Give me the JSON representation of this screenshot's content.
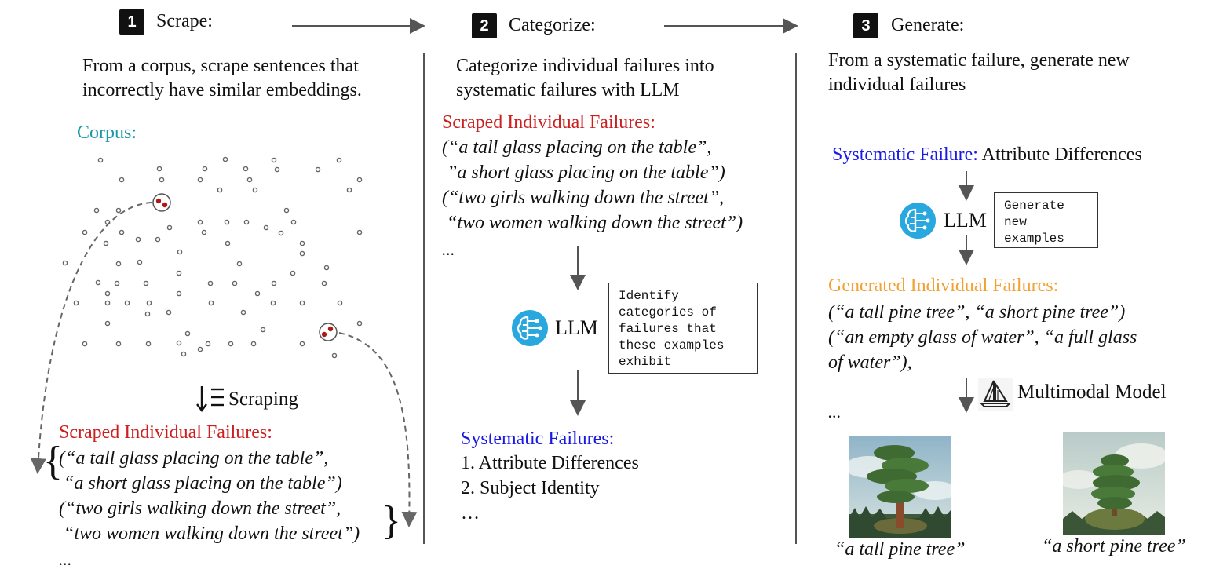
{
  "steps": [
    {
      "number": "1",
      "title": "Scrape:",
      "description": "From a corpus, scrape sentences that incorrectly have similar embeddings."
    },
    {
      "number": "2",
      "title": "Categorize:",
      "description": "Categorize individual failures into systematic failures with LLM"
    },
    {
      "number": "3",
      "title": "Generate:",
      "description": "From a systematic failure, generate new individual failures"
    }
  ],
  "panel1": {
    "corpus_label": "Corpus:",
    "scraping_label": "Scraping",
    "failures_heading": "Scraped Individual Failures:",
    "failures": [
      "(“a tall glass placing on the table”,",
      " “a short glass placing on the table”)",
      "(“two girls walking down the street”,",
      " “two women walking down the street”)"
    ],
    "ellipsis": "..."
  },
  "panel2": {
    "failures_heading": "Scraped Individual Failures:",
    "failures": [
      "(“a tall glass placing on the table”,",
      " ”a short glass placing on the table”)",
      "(“two girls walking down the street”,",
      " “two women walking down the street”)"
    ],
    "ellipsis": "...",
    "llm_label": "LLM",
    "prompt": "Identify\ncategories of\nfailures that\nthese examples\nexhibit",
    "systematic_heading": "Systematic Failures:",
    "systematic_items": [
      "1. Attribute Differences",
      "2. Subject Identity",
      "…"
    ]
  },
  "panel3": {
    "systematic_label": "Systematic Failure:",
    "systematic_value": "Attribute Differences",
    "llm_label": "LLM",
    "prompt": "Generate\nnew\nexamples",
    "generated_heading": "Generated Individual Failures:",
    "generated": [
      "(“a tall pine tree”, “a short pine tree”)",
      "(“an empty glass of water”, “a full glass",
      "of water”),"
    ],
    "ellipsis": "...",
    "model_label": "Multimodal Model",
    "captions": [
      "“a tall pine tree”",
      "“a short pine tree”"
    ]
  },
  "colors": {
    "red": "#cc1f1f",
    "blue": "#1a1ae6",
    "teal": "#1a9aa8",
    "orange": "#f2a132",
    "llm_icon": "#29a8e0"
  },
  "icons": [
    "brain-llm-icon",
    "sailboat-icon",
    "sort-descending-icon"
  ]
}
